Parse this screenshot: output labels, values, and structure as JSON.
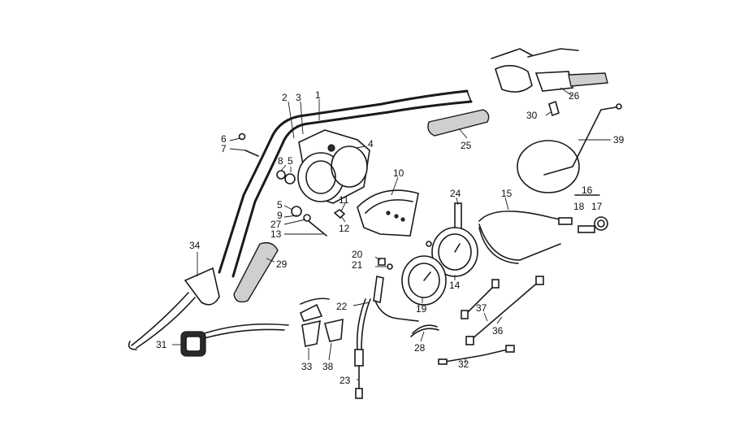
{
  "diagram": {
    "labels": {
      "p1": "1",
      "p2": "2",
      "p3": "3",
      "p4": "4",
      "p5a": "5",
      "p5b": "5",
      "p6": "6",
      "p7": "7",
      "p8": "8",
      "p9": "9",
      "p10": "10",
      "p11": "11",
      "p12": "12",
      "p13": "13",
      "p14": "14",
      "p15": "15",
      "p16": "16",
      "p17": "17",
      "p18": "18",
      "p19": "19",
      "p20": "20",
      "p21": "21",
      "p22": "22",
      "p23": "23",
      "p24": "24",
      "p25": "25",
      "p26": "26",
      "p27": "27",
      "p28": "28",
      "p29": "29",
      "p30": "30",
      "p31": "31",
      "p32": "32",
      "p33": "33",
      "p34": "34",
      "p36": "36",
      "p37": "37",
      "p38": "38",
      "p39": "39"
    },
    "colors": {
      "ink": "#1a1a1a",
      "background": "#ffffff"
    }
  }
}
